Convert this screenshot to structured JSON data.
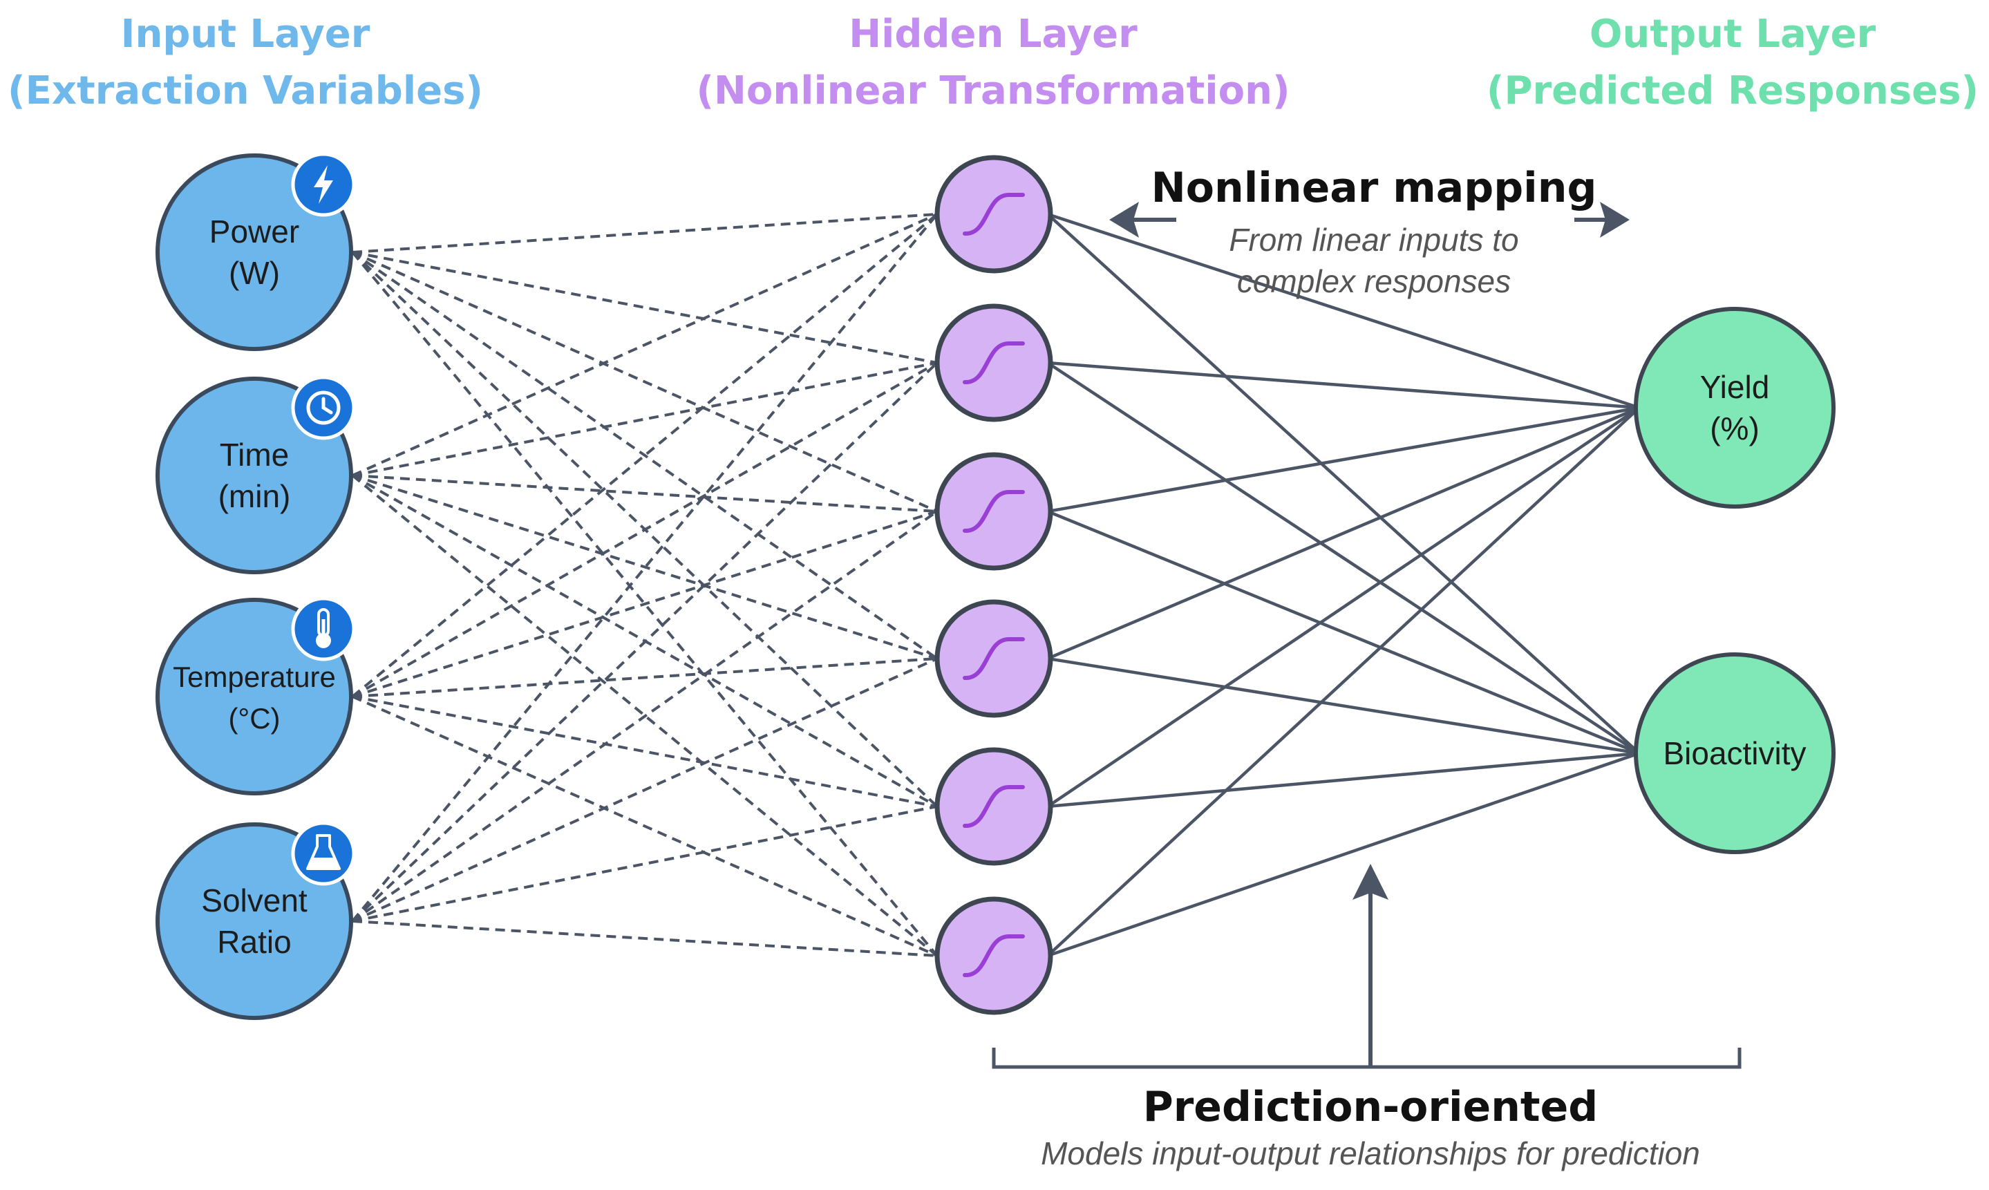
{
  "layers": {
    "input": {
      "title": "Input Layer",
      "subtitle": "(Extraction Variables)",
      "color": "#6fb8ec"
    },
    "hidden": {
      "title": "Hidden Layer",
      "subtitle": "(Nonlinear Transformation)",
      "color": "#c48ef0"
    },
    "output": {
      "title": "Output Layer",
      "subtitle": "(Predicted Responses)",
      "color": "#6ee0ad"
    }
  },
  "inputs": [
    {
      "line1": "Power",
      "line2": "(W)",
      "icon": "lightning-icon"
    },
    {
      "line1": "Time",
      "line2": "(min)",
      "icon": "clock-icon"
    },
    {
      "line1": "Temperature",
      "line2": "(°C)",
      "icon": "thermometer-icon"
    },
    {
      "line1": "Solvent",
      "line2": "Ratio",
      "icon": "flask-icon"
    }
  ],
  "hidden_node_count": 6,
  "hidden_activation_icon": "sigmoid-icon",
  "outputs": [
    {
      "line1": "Yield",
      "line2": "(%)"
    },
    {
      "line1": "Bioactivity",
      "line2": ""
    }
  ],
  "annotations": {
    "nonlinear": {
      "title": "Nonlinear mapping",
      "sub1": "From linear inputs to",
      "sub2": "complex responses"
    },
    "prediction": {
      "title": "Prediction-oriented",
      "sub": "Models input-output relationships for prediction"
    }
  },
  "colors": {
    "input_fill": "#6cb6ec",
    "input_stroke": "#3a4a5c",
    "hidden_fill": "#d6b3f5",
    "hidden_stroke": "#3e4652",
    "sigmoid": "#9a3fd6",
    "output_fill": "#7fe8b6",
    "output_stroke": "#3e4652",
    "icon_badge": "#1a73d8",
    "edge": "#4b5566"
  }
}
